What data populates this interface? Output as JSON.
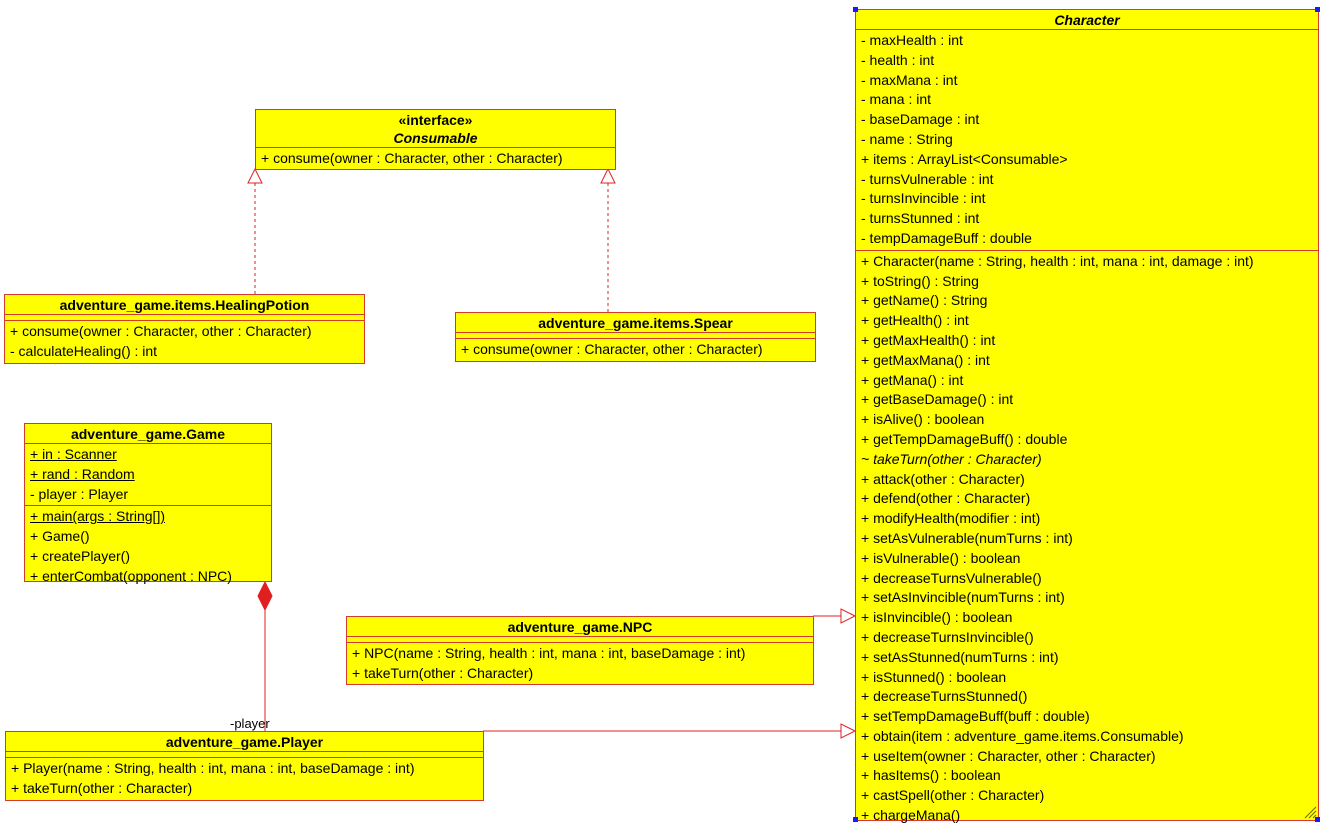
{
  "colors": {
    "class_fill": "#ffff00",
    "class_border": "#d43a2e",
    "edge": "#e02020",
    "handle": "#1a1aff"
  },
  "consumable": {
    "stereotype": "«interface»",
    "name": "Consumable",
    "operations": [
      "+ consume(owner : Character, other : Character)"
    ]
  },
  "healing_potion": {
    "name": "adventure_game.items.HealingPotion",
    "operations": [
      "+ consume(owner : Character, other : Character)",
      "- calculateHealing() : int"
    ]
  },
  "spear": {
    "name": "adventure_game.items.Spear",
    "operations": [
      "+ consume(owner : Character, other : Character)"
    ]
  },
  "game": {
    "name": "adventure_game.Game",
    "attributes": [
      "+ in : Scanner",
      "+ rand : Random",
      "- player : Player"
    ],
    "operations": [
      "+ main(args : String[])",
      "+ Game()",
      "+ createPlayer()",
      "+ enterCombat(opponent : NPC)"
    ]
  },
  "npc": {
    "name": "adventure_game.NPC",
    "operations": [
      "+ NPC(name : String, health : int, mana : int, baseDamage : int)",
      "+ takeTurn(other : Character)"
    ]
  },
  "player": {
    "name": "adventure_game.Player",
    "operations": [
      "+ Player(name : String, health : int, mana : int, baseDamage : int)",
      "+ takeTurn(other : Character)"
    ]
  },
  "character": {
    "name": "Character",
    "attributes": [
      "- maxHealth : int",
      "- health : int",
      "- maxMana : int",
      "- mana : int",
      "- baseDamage : int",
      "- name : String",
      "+ items : ArrayList<Consumable>",
      "- turnsVulnerable : int",
      "- turnsInvincible : int",
      "- turnsStunned : int",
      "- tempDamageBuff : double"
    ],
    "operations": [
      "+ Character(name : String, health : int, mana : int, damage : int)",
      "+ toString() : String",
      "+ getName() : String",
      "+ getHealth() : int",
      "+ getMaxHealth() : int",
      "+ getMaxMana() : int",
      "+ getMana() : int",
      "+ getBaseDamage() : int",
      "+ isAlive() : boolean",
      "+ getTempDamageBuff() : double",
      "~ takeTurn(other : Character)",
      "+ attack(other : Character)",
      "+ defend(other : Character)",
      "+ modifyHealth(modifier : int)",
      "+ setAsVulnerable(numTurns : int)",
      "+ isVulnerable() : boolean",
      "+ decreaseTurnsVulnerable()",
      "+ setAsInvincible(numTurns : int)",
      "+ isInvincible() : boolean",
      "+ decreaseTurnsInvincible()",
      "+ setAsStunned(numTurns : int)",
      "+ isStunned() : boolean",
      "+ decreaseTurnsStunned()",
      "+ setTempDamageBuff(buff : double)",
      "+ obtain(item : adventure_game.items.Consumable)",
      "+ useItem(owner : Character, other : Character)",
      "+ hasItems() : boolean",
      "+ castSpell(other : Character)",
      "+ chargeMana()"
    ]
  },
  "composition_role": "-player"
}
